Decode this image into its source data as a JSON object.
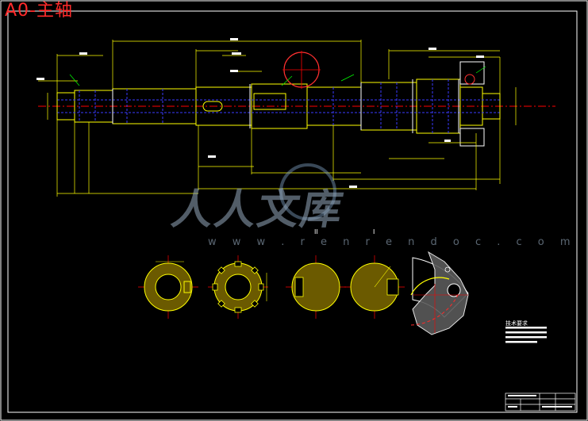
{
  "drawing_title": "A0-主轴",
  "watermark": {
    "text": "人人文库",
    "url": "w w w . r e n r e n d o c . c o m"
  },
  "section_labels": {
    "roman_2": "II",
    "roman_1": "I"
  },
  "tech_requirements_title": "技术要求",
  "colors": {
    "background": "#000000",
    "outline": "#ffffff",
    "geometry": "#ffff00",
    "centerline": "#ff0000",
    "hidden": "#3a3aff",
    "dimension": "#00ff00",
    "title_text": "#ff2a2a"
  }
}
